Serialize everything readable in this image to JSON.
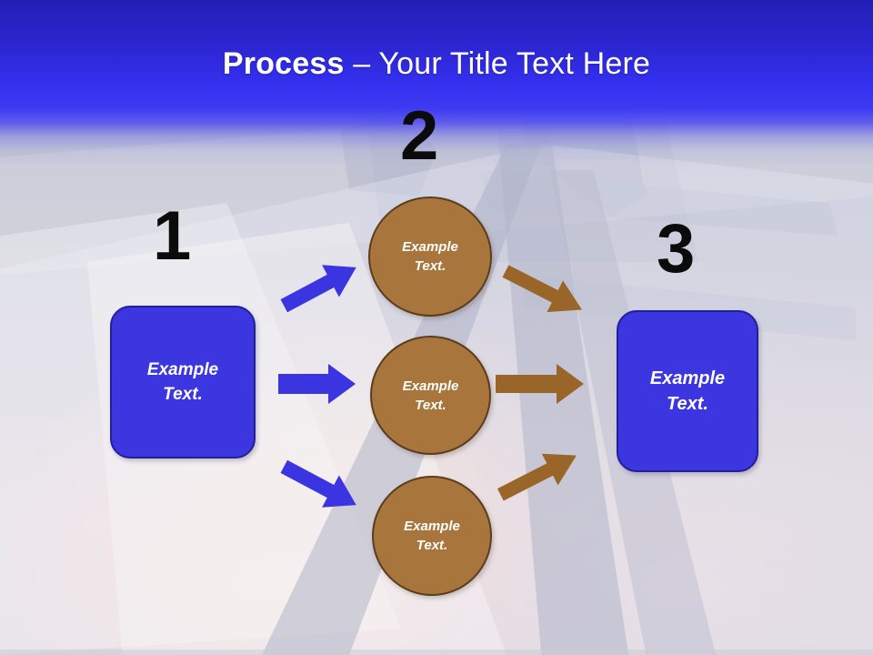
{
  "slide": {
    "title": {
      "strong": "Process",
      "separator": " – ",
      "light": "Your Title Text Here",
      "full": "Process – Your Title Text Here"
    },
    "theme": {
      "banner_top_color": "#2220b4",
      "banner_mid_color": "#3430ee",
      "box_fill": "#3b36e0",
      "box_border": "#221f9a",
      "circle_fill": "#a8763c",
      "circle_border": "#5b3d1c",
      "blue_arrow": "#3a35e0",
      "brown_arrow": "#9a6529",
      "number_color": "#0b0b0b",
      "title_color": "#ffffff",
      "background_base": "#c9cad6"
    },
    "steps": [
      {
        "number": "1",
        "label": "step-one"
      },
      {
        "number": "2",
        "label": "step-two"
      },
      {
        "number": "3",
        "label": "step-three"
      }
    ],
    "boxes": [
      {
        "id": "left",
        "line1": "Example",
        "line2": "Text."
      },
      {
        "id": "right",
        "line1": "Example",
        "line2": "Text."
      }
    ],
    "circles": [
      {
        "id": "top",
        "line1": "Example",
        "line2": "Text."
      },
      {
        "id": "middle",
        "line1": "Example",
        "line2": "Text."
      },
      {
        "id": "bottom",
        "line1": "Example",
        "line2": "Text."
      }
    ],
    "arrows": [
      {
        "id": "blue-up",
        "color": "#3a35e0",
        "direction": "up-right",
        "from": "left-box",
        "to": "top-circle"
      },
      {
        "id": "blue-right",
        "color": "#3a35e0",
        "direction": "right",
        "from": "left-box",
        "to": "middle-circle"
      },
      {
        "id": "blue-down",
        "color": "#3a35e0",
        "direction": "down-right",
        "from": "left-box",
        "to": "bottom-circle"
      },
      {
        "id": "brown-down",
        "color": "#9a6529",
        "direction": "down-right",
        "from": "top-circle",
        "to": "right-box"
      },
      {
        "id": "brown-right",
        "color": "#9a6529",
        "direction": "right",
        "from": "middle-circle",
        "to": "right-box"
      },
      {
        "id": "brown-up",
        "color": "#9a6529",
        "direction": "up-right",
        "from": "bottom-circle",
        "to": "right-box"
      }
    ]
  }
}
